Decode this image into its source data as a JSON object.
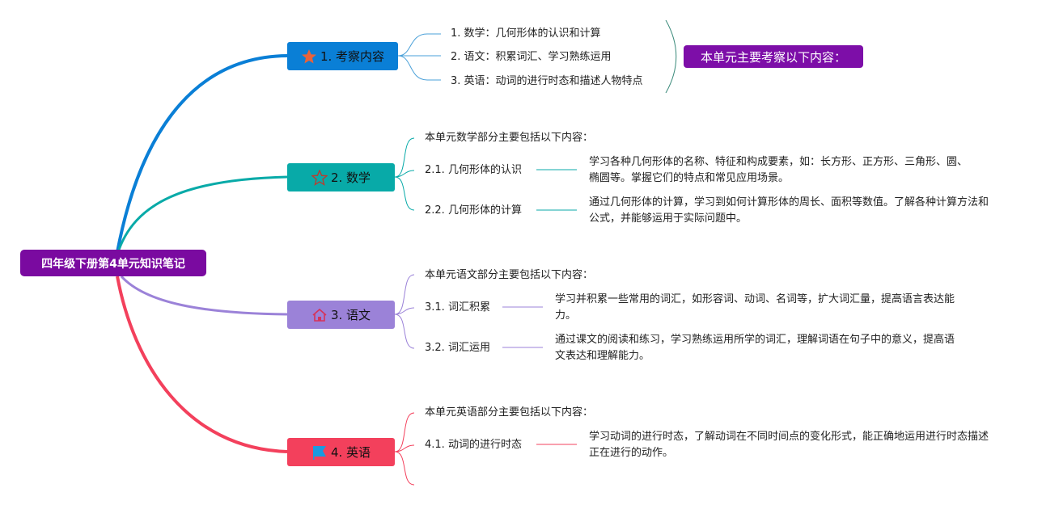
{
  "root": {
    "label": "四年级下册第4单元知识笔记"
  },
  "colors": {
    "root": "#7a0aa0",
    "branch1": "#0a7fd6",
    "branch2": "#08aaa8",
    "branch3": "#9b82d8",
    "branch4": "#f3405c"
  },
  "branch1": {
    "label": "1. 考察内容",
    "icon": "star-filled-icon",
    "items": [
      "1. 数学：几何形体的认识和计算",
      "2. 语文：积累词汇、学习熟练运用",
      "3. 英语：动词的进行时态和描述人物特点"
    ],
    "summary": "本单元主要考察以下内容："
  },
  "branch2": {
    "label": "2. 数学",
    "icon": "star-outline-icon",
    "intro": "本单元数学部分主要包括以下内容：",
    "items": [
      {
        "title": "2.1. 几何形体的认识",
        "detail": "学习各种几何形体的名称、特征和构成要素，如：长方形、正方形、三角形、圆、椭圆等。掌握它们的特点和常见应用场景。"
      },
      {
        "title": "2.2. 几何形体的计算",
        "detail": "通过几何形体的计算，学习到如何计算形体的周长、面积等数值。了解各种计算方法和公式，并能够运用于实际问题中。"
      }
    ]
  },
  "branch3": {
    "label": "3. 语文",
    "icon": "home-icon",
    "intro": "本单元语文部分主要包括以下内容：",
    "items": [
      {
        "title": "3.1. 词汇积累",
        "detail": "学习并积累一些常用的词汇，如形容词、动词、名词等，扩大词汇量，提高语言表达能力。"
      },
      {
        "title": "3.2. 词汇运用",
        "detail": "通过课文的阅读和练习，学习熟练运用所学的词汇，理解词语在句子中的意义，提高语文表达和理解能力。"
      }
    ]
  },
  "branch4": {
    "label": "4. 英语",
    "icon": "flag-icon",
    "intro": "本单元英语部分主要包括以下内容：",
    "items": [
      {
        "title": "4.1. 动词的进行时态",
        "detail": "学习动词的进行时态，了解动词在不同时间点的变化形式，能正确地运用进行时态描述正在进行的动作。"
      }
    ]
  }
}
